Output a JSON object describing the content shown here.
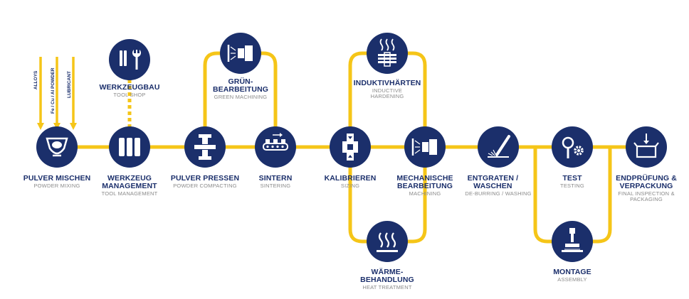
{
  "colors": {
    "navy": "#1b2f6b",
    "yellow": "#f5c518",
    "gray": "#8a8a8a"
  },
  "inputs": [
    {
      "label": "ALLOYS"
    },
    {
      "label": "Fe / Cu / Al POWDER"
    },
    {
      "label": "LUBRICANT"
    }
  ],
  "steps": [
    {
      "id": "pulver-mischen",
      "icon": "mixer-icon",
      "de": "PULVER MISCHEN",
      "en": "POWDER MIXING"
    },
    {
      "id": "werkzeugbau",
      "icon": "wrench-icon",
      "de": "WERKZEUGBAU",
      "en": "TOOL SHOP"
    },
    {
      "id": "werkzeug-management",
      "icon": "tool-rack-icon",
      "de": "WERKZEUG MANAGEMENT",
      "en": "TOOL MANAGEMENT"
    },
    {
      "id": "pulver-pressen",
      "icon": "press-icon",
      "de": "PULVER PRESSEN",
      "en": "POWDER COMPACTING"
    },
    {
      "id": "gruen-bearbeitung",
      "icon": "lathe-icon",
      "de": "GRÜN- BEARBEITUNG",
      "en": "GREEN MACHINING"
    },
    {
      "id": "sintern",
      "icon": "conveyor-icon",
      "de": "SINTERN",
      "en": "SINTERING"
    },
    {
      "id": "kalibrieren",
      "icon": "calibration-icon",
      "de": "KALIBRIEREN",
      "en": "SIZING"
    },
    {
      "id": "induktivhaerten",
      "icon": "induction-coil-icon",
      "de": "INDUKTIVHÄRTEN",
      "en": "INDUCTIVE HARDENING"
    },
    {
      "id": "mechanische-bearbeitung",
      "icon": "lathe-icon",
      "de": "MECHANISCHE BEARBEITUNG",
      "en": "MACHINING"
    },
    {
      "id": "waermebehandlung",
      "icon": "heat-waves-icon",
      "de": "WÄRME- BEHANDLUNG",
      "en": "HEAT TREATMENT"
    },
    {
      "id": "entgraten-waschen",
      "icon": "deburring-tool-icon",
      "de": "ENTGRATEN / WASCHEN",
      "en": "DE-BURRING / WASHING"
    },
    {
      "id": "test",
      "icon": "magnifier-gear-icon",
      "de": "TEST",
      "en": "TESTING"
    },
    {
      "id": "montage",
      "icon": "assembly-press-icon",
      "de": "MONTAGE",
      "en": "ASSEMBLY"
    },
    {
      "id": "endpruefung-verpackung",
      "icon": "box-icon",
      "de": "ENDPRÜFUNG & VERPACKUNG",
      "en": "FINAL INSPECTION & PACKAGING"
    }
  ]
}
